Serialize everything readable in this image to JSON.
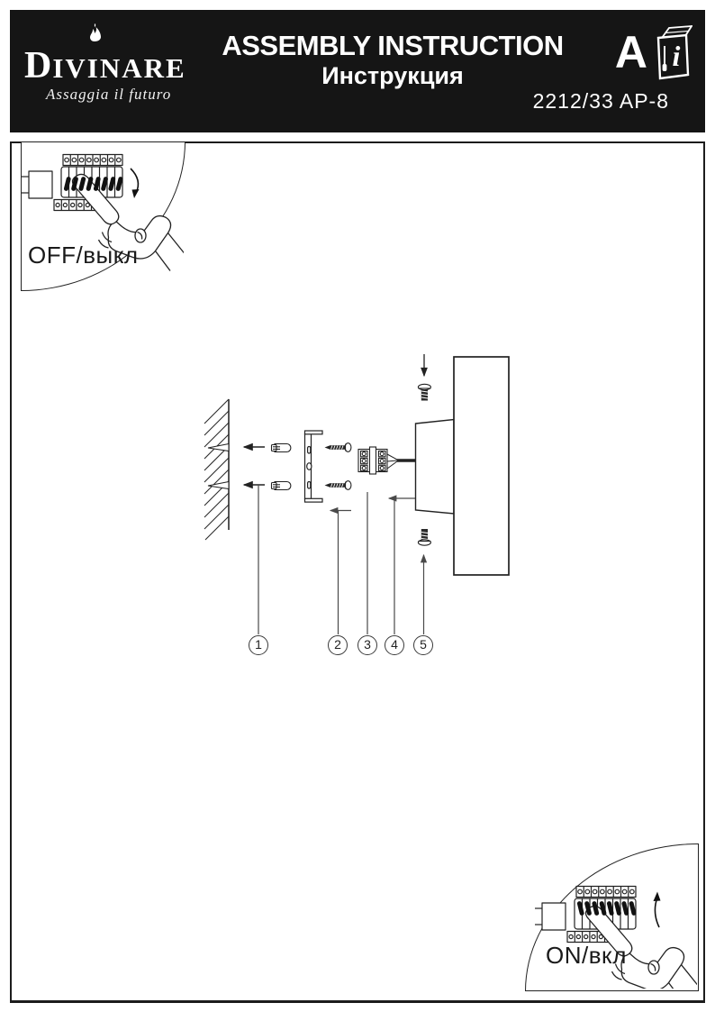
{
  "header": {
    "brand": {
      "name_initial": "D",
      "name_rest": "IVINARE",
      "tagline": "Assaggia il futuro"
    },
    "title_en": "ASSEMBLY INSTRUCTION",
    "title_ru": "Инструкция",
    "model": "2212/33 AP-8",
    "badge_letter": "A",
    "manual_icon_letter": "i",
    "colors": {
      "header_bg": "#151515",
      "text": "#ffffff"
    }
  },
  "insets": {
    "off": {
      "label": "OFF/выкл"
    },
    "on": {
      "label": "ON/вкл"
    }
  },
  "diagram": {
    "parts": [
      {
        "number": "1"
      },
      {
        "number": "2"
      },
      {
        "number": "3"
      },
      {
        "number": "4"
      },
      {
        "number": "5"
      }
    ]
  }
}
